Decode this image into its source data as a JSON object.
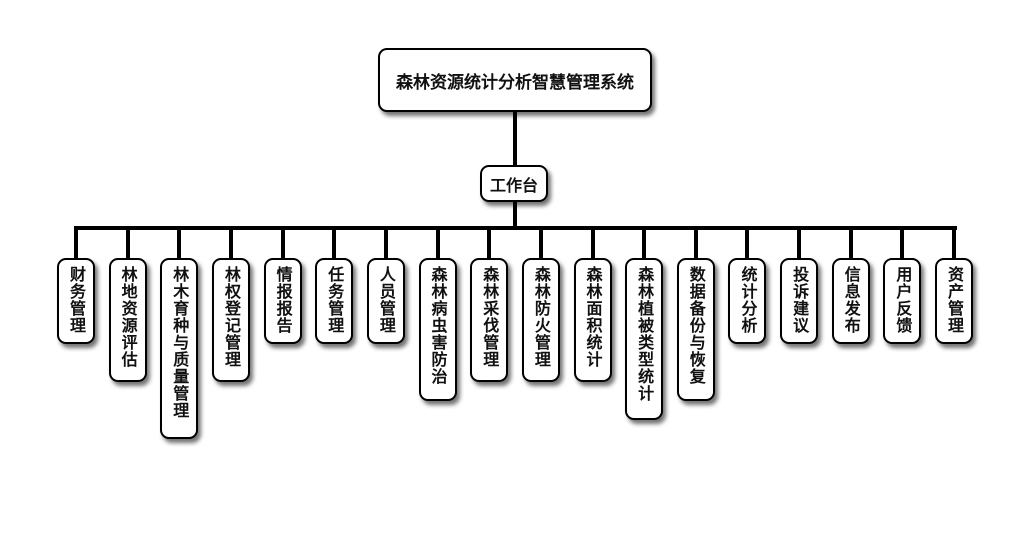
{
  "root": {
    "label": "森林资源统计分析智慧管理系统"
  },
  "hub": {
    "label": "工作台"
  },
  "modules": [
    "财务管理",
    "林地资源评估",
    "林木育种与质量管理",
    "林权登记管理",
    "情报报告",
    "任务管理",
    "人员管理",
    "森林病虫害防治",
    "森林采伐管理",
    "森林防火管理",
    "森林面积统计",
    "森林植被类型统计",
    "数据备份与恢复",
    "统计分析",
    "投诉建议",
    "信息发布",
    "用户反馈",
    "资产管理"
  ]
}
